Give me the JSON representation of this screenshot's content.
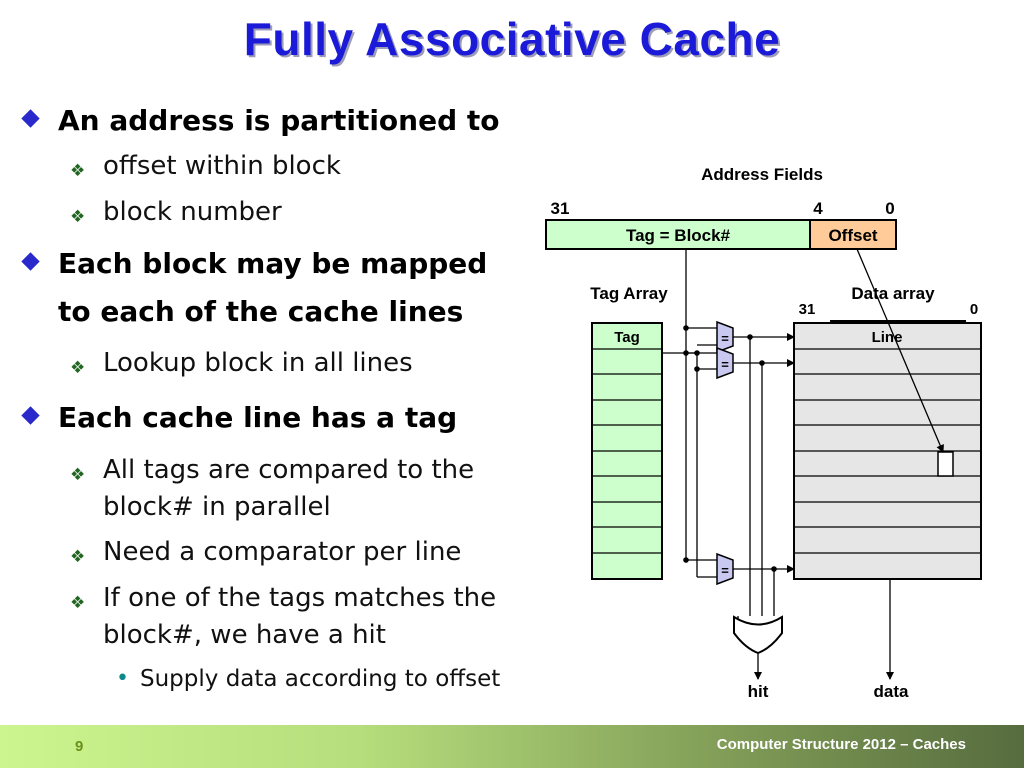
{
  "slide": {
    "title": "Fully Associative Cache",
    "bullets": [
      {
        "text": "An address is partitioned to",
        "subs": [
          "offset within block",
          "block number"
        ]
      },
      {
        "text_lines": [
          "Each block may be mapped",
          "to each of the cache lines"
        ],
        "subs": [
          "Lookup block in all lines"
        ]
      },
      {
        "text": "Each cache line has a tag",
        "subs": [
          {
            "lines": [
              "All tags are compared to the",
              "block# in parallel"
            ]
          },
          {
            "lines": [
              "Need a comparator per line"
            ]
          },
          {
            "lines": [
              "If one of the tags matches the",
              "block#, we have a hit"
            ]
          }
        ],
        "subsub": [
          "Supply data according to offset"
        ]
      }
    ],
    "page_number": "9",
    "footer": "Computer Structure 2012 – Caches"
  },
  "diagram": {
    "address_fields_label": "Address Fields",
    "bit_31": "31",
    "bit_4": "4",
    "bit_0": "0",
    "tag_field": "Tag = Block#",
    "offset_field": "Offset",
    "tag_array_label": "Tag Array",
    "data_array_label": "Data array",
    "data_bit_31": "31",
    "data_bit_0": "0",
    "tag_header": "Tag",
    "line_header": "Line",
    "comparator_symbol": "=",
    "hit_label": "hit",
    "data_label": "data",
    "colors": {
      "tag_fill": "#ccffcc",
      "offset_fill": "#ffcc99",
      "comparator_fill": "#c8c8f0",
      "data_array_fill": "#e6e6e6"
    }
  }
}
